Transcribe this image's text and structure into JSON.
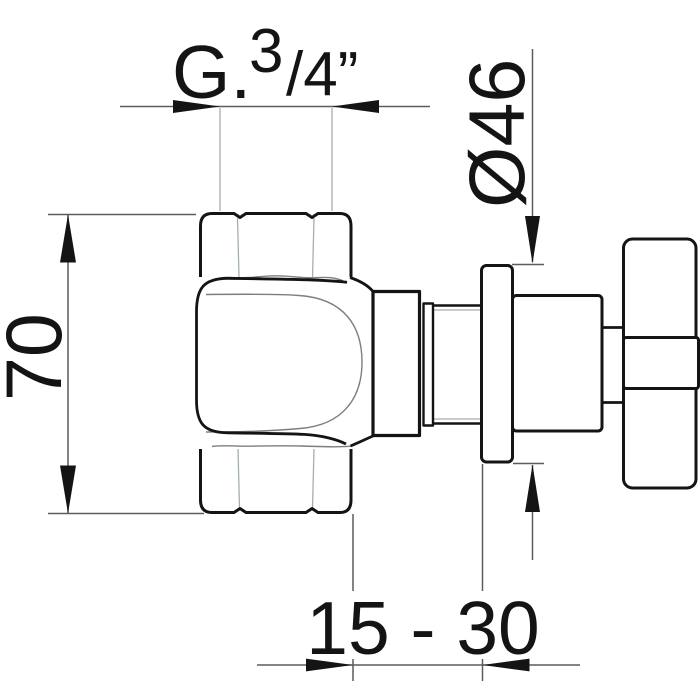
{
  "drawing": {
    "kind": "valve-technical-drawing",
    "labels": {
      "thread": {
        "prefix": "G.",
        "numerator": "3",
        "rest": "/4”"
      },
      "diameter": "Ø46",
      "height": "70",
      "depth_range": "15 - 30"
    },
    "colors": {
      "background": "#ffffff",
      "outline": "#141414",
      "fill": "#ffffff",
      "dim_line": "#5c5c5c",
      "pale_line": "#a4b1a9",
      "thin_line": "#7e7e7e",
      "arrow": "#141414",
      "text": "#141414"
    }
  }
}
